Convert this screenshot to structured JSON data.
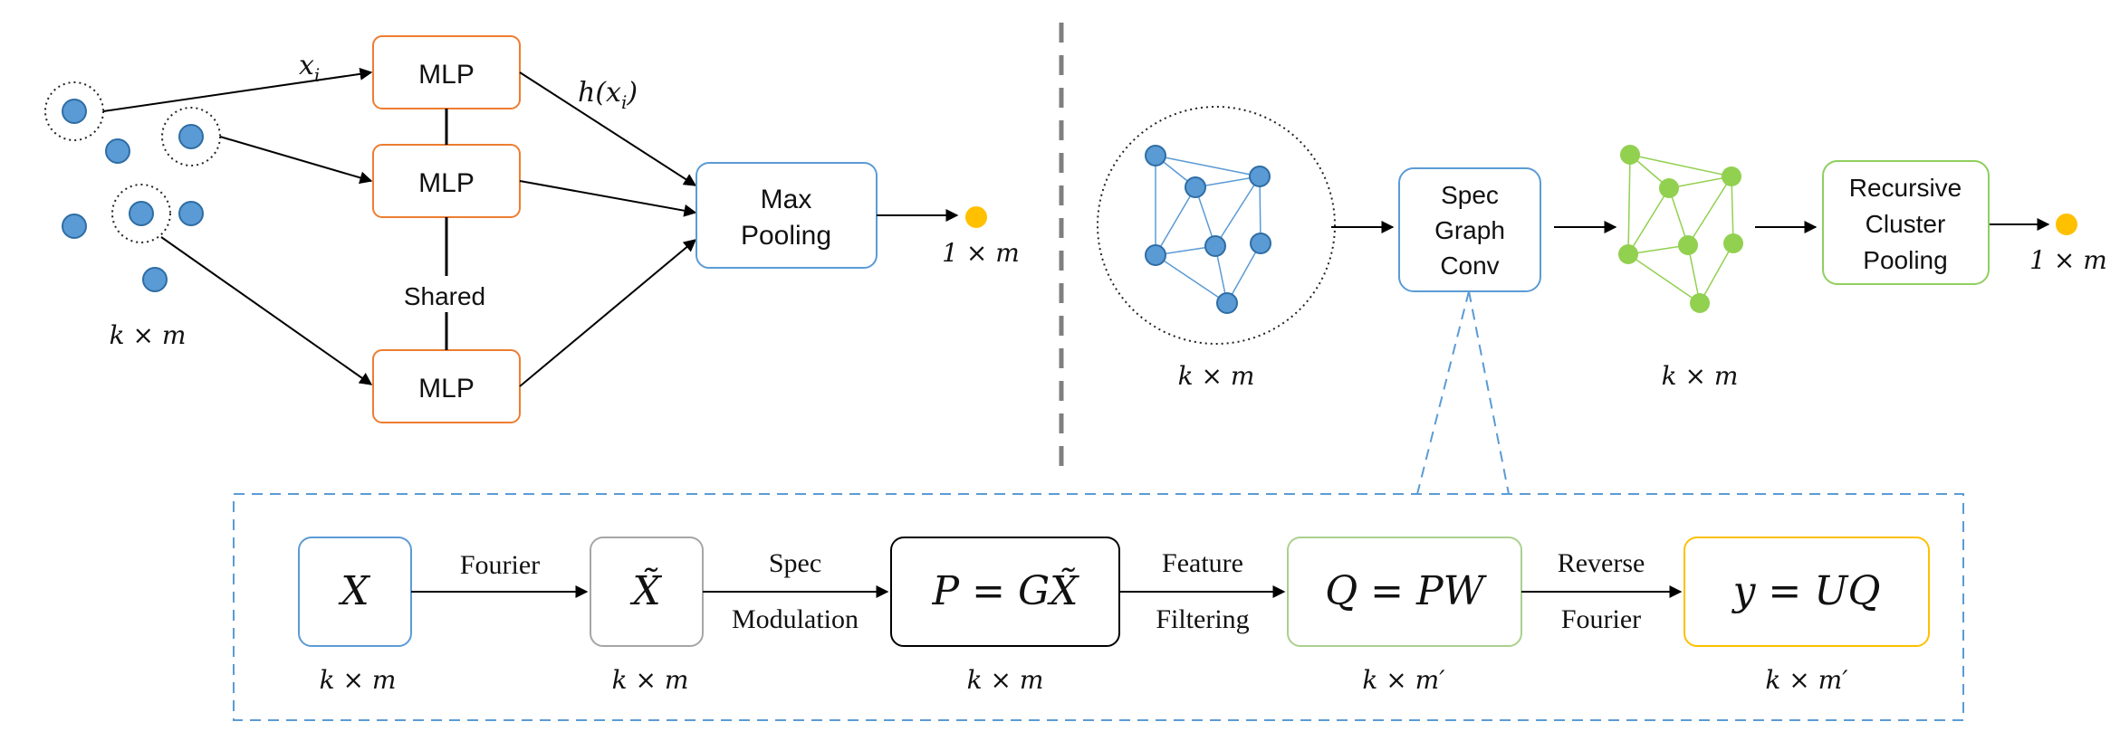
{
  "colors": {
    "blue_box": "#5b9bd5",
    "orange_box": "#ed7d31",
    "green_box": "#8fcf5e",
    "gray_box": "#a6a6a6",
    "yellow_box": "#ffc000",
    "black_box": "#000000",
    "blue_node": "#5b9bd5",
    "node_stroke": "#2e6da4",
    "green_node": "#92d050",
    "output_dot": "#ffc000",
    "divider": "#7f7f7f"
  },
  "left_panel": {
    "mlp_labels": [
      "MLP",
      "MLP",
      "MLP"
    ],
    "shared_label": "Shared",
    "maxpool_line1": "Max",
    "maxpool_line2": "Pooling",
    "input_label": "x",
    "input_sub": "i",
    "h_label_pre": "h(x",
    "h_label_sub": "i",
    "h_label_post": ")",
    "points_dim": "k  ×  m",
    "output_dim": "1  ×  m"
  },
  "right_panel": {
    "graph_dim": "k  ×  m",
    "spec_conv_lines": [
      "Spec",
      "Graph",
      "Conv"
    ],
    "green_graph_dim": "k  ×  m",
    "rcp_lines": [
      "Recursive",
      "Cluster",
      "Pooling"
    ],
    "output_dim": "1  ×  m"
  },
  "bottom_pipeline": {
    "x_box": "X",
    "x_dim": "k  ×  m",
    "fourier_label": "Fourier",
    "xt_box": "X̃",
    "xt_dim": "k  ×  m",
    "spec_label": "Spec",
    "modulation_label": "Modulation",
    "p_box": "P = GX̃",
    "p_dim": "k  ×  m",
    "feature_label": "Feature",
    "filtering_label": "Filtering",
    "q_box": "Q = PW",
    "q_dim": "k  ×  m′",
    "reverse_label": "Reverse",
    "reverse_fourier_label": "Fourier",
    "y_box": "y = UQ",
    "y_dim": "k  ×  m′"
  }
}
